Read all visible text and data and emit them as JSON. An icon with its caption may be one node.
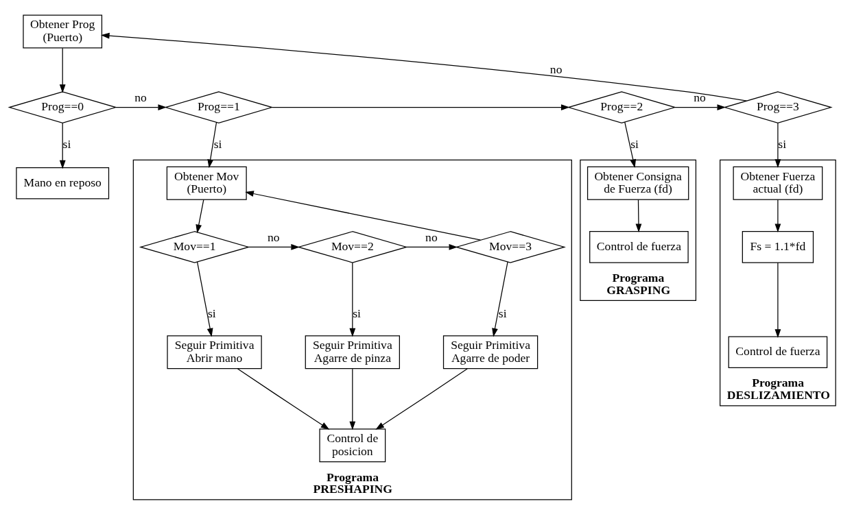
{
  "diagram": {
    "nodes": [
      {
        "text": [
          "Obtener Prog (Puerto)"
        ]
      },
      {
        "text": [
          "Prog==0"
        ]
      },
      {
        "text": [
          "Prog==1"
        ]
      },
      {
        "text": [
          "Prog==2"
        ]
      },
      {
        "text": [
          "Prog==3"
        ]
      },
      {
        "text": [
          "Mano en reposo"
        ]
      },
      {
        "text": [
          "Programa PRESHAPING"
        ]
      },
      {
        "text": [
          "Obtener Mov (Puerto)"
        ],
        "in": 6
      },
      {
        "text": [
          "Mov==1"
        ],
        "in": 6
      },
      {
        "text": [
          "Mov==2"
        ],
        "in": 6
      },
      {
        "text": [
          "Mov==3"
        ],
        "in": 6
      },
      {
        "text": [
          "Seguir Primitiva Abrir mano"
        ],
        "in": 6
      },
      {
        "text": [
          "Seguir Primitiva Agarre de pinza"
        ],
        "in": 6
      },
      {
        "text": [
          "Seguir Primitiva Agarre de poder"
        ],
        "in": 6
      },
      {
        "text": [
          "Control de posicion"
        ],
        "in": 6
      },
      {
        "text": [
          "Programa GRASPING"
        ]
      },
      {
        "text": [
          "Obtener Consigna de Fuerza (fd)"
        ],
        "in": 15
      },
      {
        "text": [
          "Control de fuerza"
        ],
        "in": 15
      },
      {
        "text": [
          "Programa DESLIZAMIENTO"
        ]
      },
      {
        "text": [
          "Obtener Fuerza actual (fd)"
        ],
        "in": 18
      },
      {
        "text": [
          "Fs = 1.1*fd"
        ],
        "in": 18
      },
      {
        "text": [
          "Control de fuerza"
        ],
        "in": 18
      }
    ],
    "edges": [
      {
        "from": 0,
        "to": 1,
        "arrow": "to"
      },
      {
        "from": 1,
        "to": 2,
        "arrow": "to",
        "label": "no"
      },
      {
        "from": 1,
        "to": 5,
        "arrow": "to",
        "label": "si"
      },
      {
        "from": 2,
        "to": 3,
        "arrow": "to"
      },
      {
        "from": 3,
        "to": 4,
        "arrow": "to",
        "label": "no"
      },
      {
        "from": 4,
        "to": 0,
        "arrow": "to",
        "label": "no"
      },
      {
        "from": 2,
        "to": 7,
        "arrow": "to",
        "label": "si"
      },
      {
        "from": 7,
        "to": 8,
        "arrow": "to"
      },
      {
        "from": 8,
        "to": 9,
        "arrow": "to",
        "label": "no"
      },
      {
        "from": 9,
        "to": 10,
        "arrow": "to",
        "label": "no"
      },
      {
        "from": 10,
        "to": 7,
        "arrow": "to"
      },
      {
        "from": 8,
        "to": 11,
        "arrow": "to",
        "label": "si"
      },
      {
        "from": 9,
        "to": 12,
        "arrow": "to",
        "label": "si"
      },
      {
        "from": 10,
        "to": 13,
        "arrow": "to",
        "label": "si"
      },
      {
        "from": 11,
        "to": 14,
        "arrow": "to"
      },
      {
        "from": 12,
        "to": 14,
        "arrow": "to"
      },
      {
        "from": 13,
        "to": 14,
        "arrow": "to"
      },
      {
        "from": 3,
        "to": 16,
        "arrow": "to",
        "label": "si"
      },
      {
        "from": 16,
        "to": 17,
        "arrow": "to"
      },
      {
        "from": 4,
        "to": 19,
        "arrow": "to",
        "label": "si"
      },
      {
        "from": 19,
        "to": 20,
        "arrow": "to"
      },
      {
        "from": 20,
        "to": 21,
        "arrow": "to"
      }
    ]
  }
}
